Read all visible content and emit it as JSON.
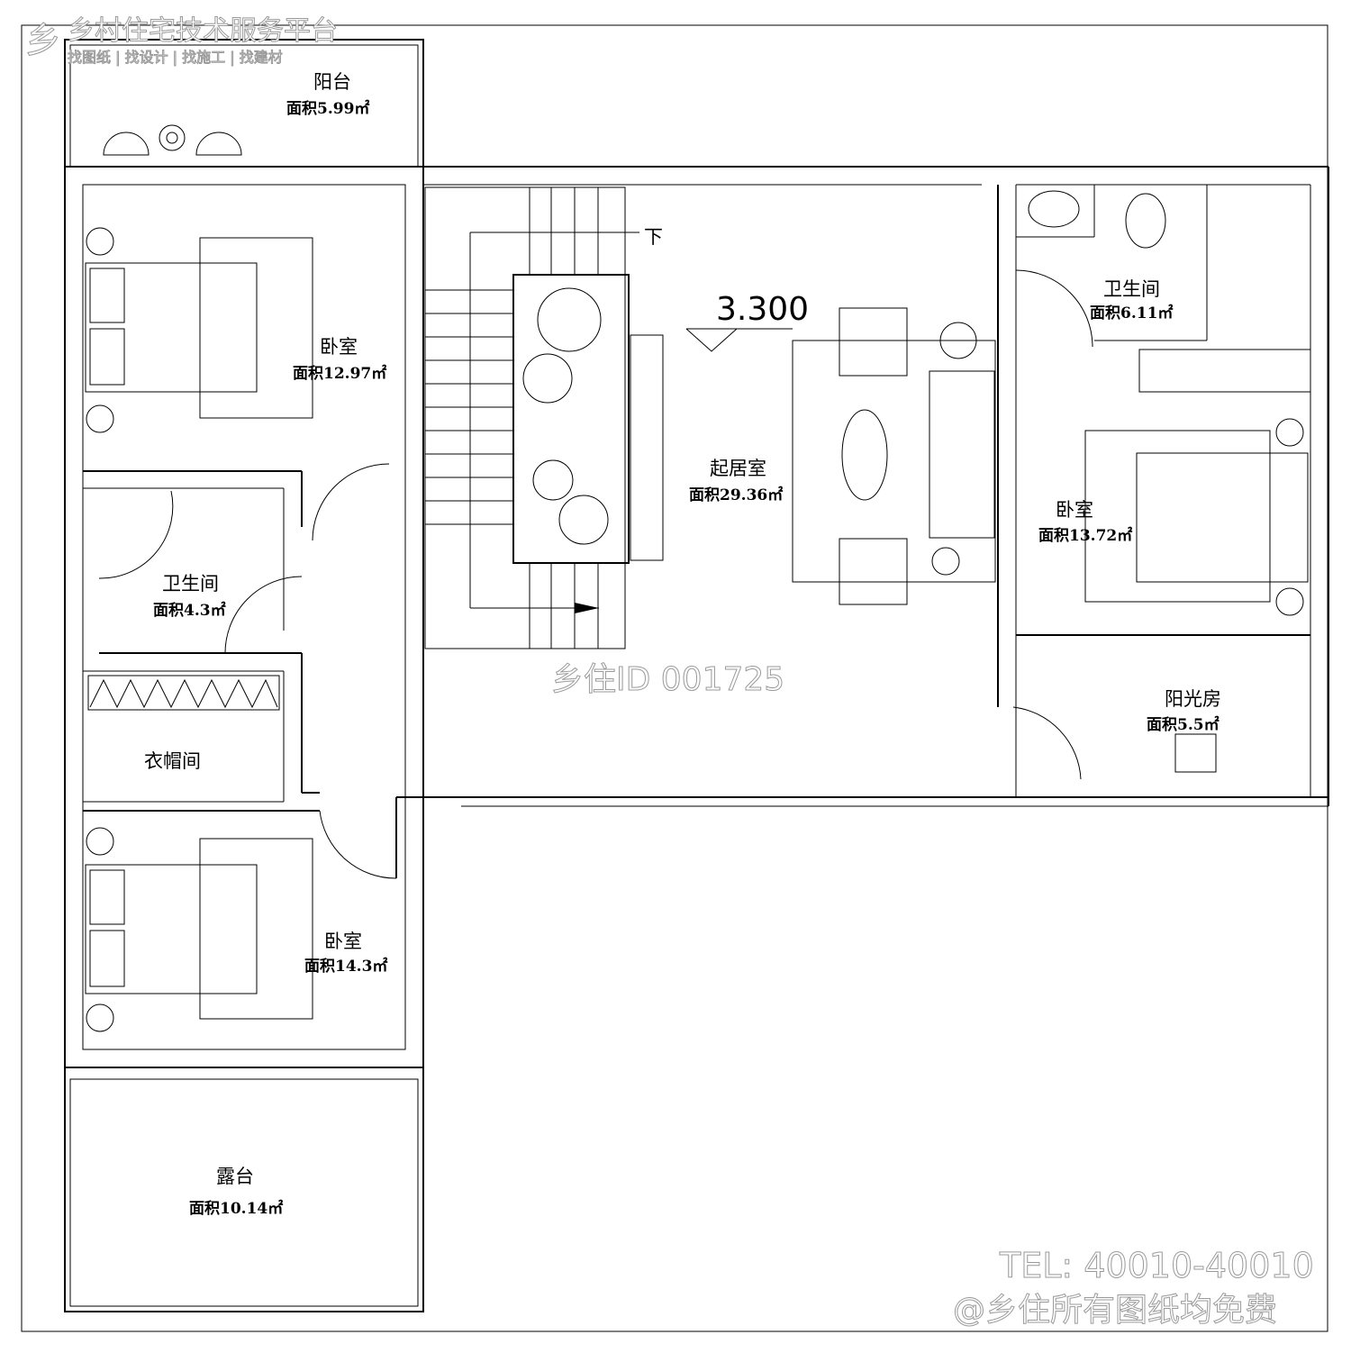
{
  "watermark": {
    "platform": "乡村住宅技术服务平台",
    "slogan": "找图纸 | 找设计 | 找施工 | 找建材",
    "id": "乡住ID 001725",
    "tel": "TEL: 40010-40010",
    "free": "@乡住所有图纸均免费"
  },
  "plan": {
    "elevation": "3.300",
    "stair_down": "下",
    "rooms": [
      {
        "name": "阳台",
        "area": "面积5.99㎡"
      },
      {
        "name": "卧室",
        "area": "面积12.97㎡"
      },
      {
        "name": "卫生间",
        "area": "面积4.3㎡"
      },
      {
        "name": "衣帽间",
        "area": ""
      },
      {
        "name": "卧室",
        "area": "面积14.3㎡"
      },
      {
        "name": "露台",
        "area": "面积10.14㎡"
      },
      {
        "name": "起居室",
        "area": "面积29.36㎡"
      },
      {
        "name": "卫生间",
        "area": "面积6.11㎡"
      },
      {
        "name": "卧室",
        "area": "面积13.72㎡"
      },
      {
        "name": "阳光房",
        "area": "面积5.5㎡"
      }
    ]
  }
}
